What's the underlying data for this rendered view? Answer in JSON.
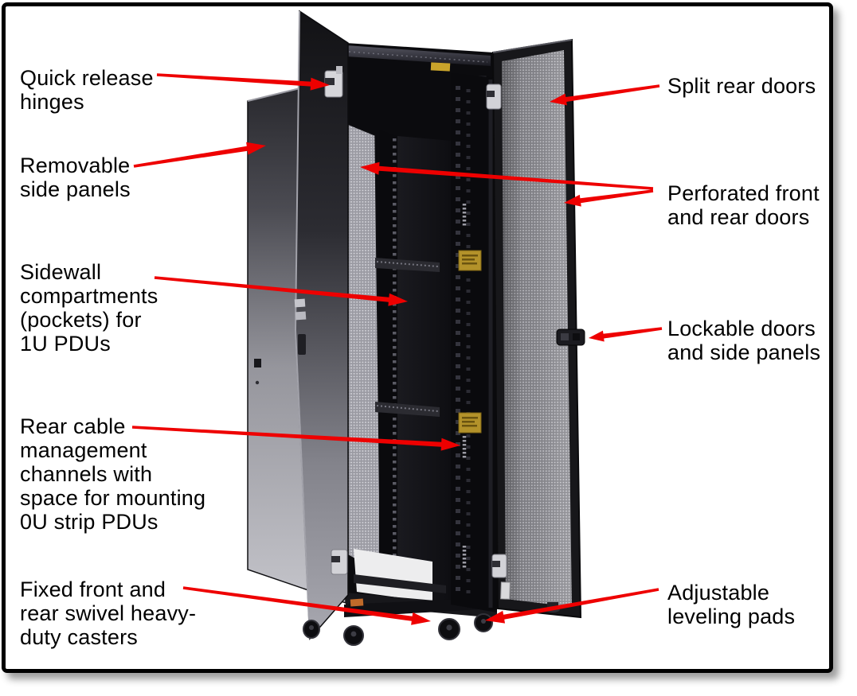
{
  "figure": {
    "colors": {
      "arrow": "#ee0000",
      "text": "#000000",
      "frame_border": "#000000",
      "background": "#ffffff"
    },
    "labels": {
      "quick_release_hinges": "Quick release\nhinges",
      "removable_side_panels": "Removable\nside panels",
      "sidewall_compartments": "Sidewall\ncompartments\n(pockets) for\n1U PDUs",
      "rear_cable_channels": "Rear cable\nmanagement\nchannels with\nspace for mounting\n0U strip PDUs",
      "casters": "Fixed front and\nrear swivel heavy-\nduty casters",
      "split_rear_doors": "Split rear doors",
      "perforated_doors": "Perforated front\nand rear doors",
      "lockable_doors": "Lockable doors\nand side panels",
      "leveling_pads": "Adjustable\nleveling pads"
    }
  }
}
